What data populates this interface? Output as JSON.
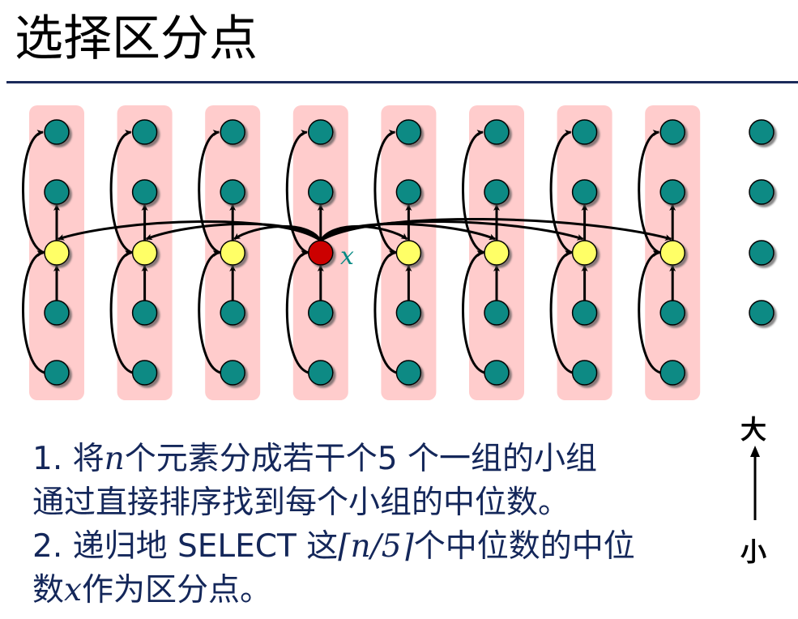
{
  "title": "选择区分点",
  "pivot_label": "x",
  "groups": 8,
  "group_size": 5,
  "extra_nodes": 4,
  "colors": {
    "node": "#078a84",
    "median": "#ffff66",
    "pivot": "#cc0000",
    "group_bg": "#ffcccc",
    "text": "#14275a",
    "rule": "#1b2a5a"
  },
  "text": {
    "line1_a": "1. 将",
    "line1_n": "n",
    "line1_b": "个元素分成若干个5 个一组的小组",
    "line2": "通过直接排序找到每个小组的中位数。",
    "line3_a": "2. 递归地 SELECT 这",
    "line3_m": "⌈n/5⌉",
    "line3_b": "个中位数的中位",
    "line4_a": "数",
    "line4_x": "x",
    "line4_b": "作为区分点。"
  },
  "scale": {
    "top": "大",
    "bottom": "小"
  }
}
